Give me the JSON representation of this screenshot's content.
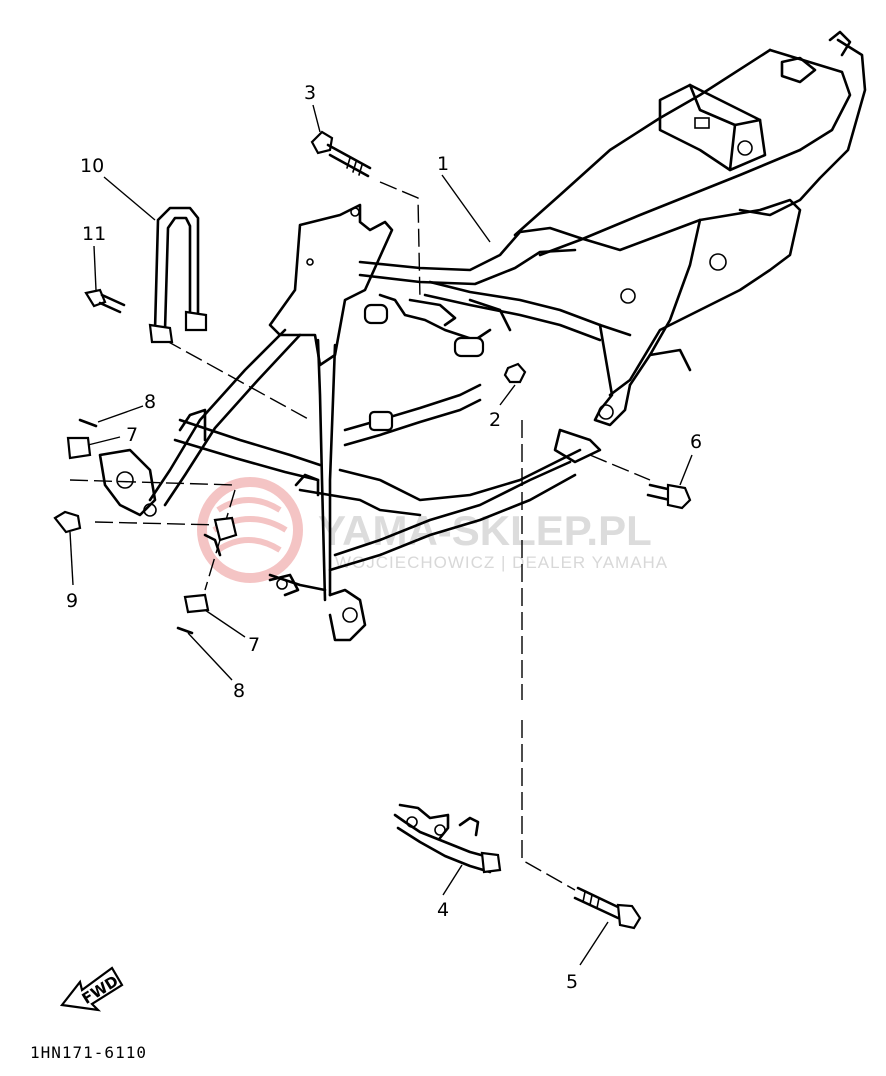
{
  "callouts": [
    {
      "id": "1",
      "label": "1"
    },
    {
      "id": "2",
      "label": "2"
    },
    {
      "id": "3",
      "label": "3"
    },
    {
      "id": "4",
      "label": "4"
    },
    {
      "id": "5",
      "label": "5"
    },
    {
      "id": "6",
      "label": "6"
    },
    {
      "id": "7a",
      "label": "7"
    },
    {
      "id": "7b",
      "label": "7"
    },
    {
      "id": "8a",
      "label": "8"
    },
    {
      "id": "8b",
      "label": "8"
    },
    {
      "id": "9",
      "label": "9"
    },
    {
      "id": "10",
      "label": "10"
    },
    {
      "id": "11",
      "label": "11"
    }
  ],
  "fwd_label": "FWD",
  "diagram_code": "1HN171-6110",
  "watermark": {
    "main": "YAMA-SKLEP.PL",
    "sub": "WOJCIECHOWICZ | DEALER YAMAHA",
    "color": "#e05a5a"
  }
}
